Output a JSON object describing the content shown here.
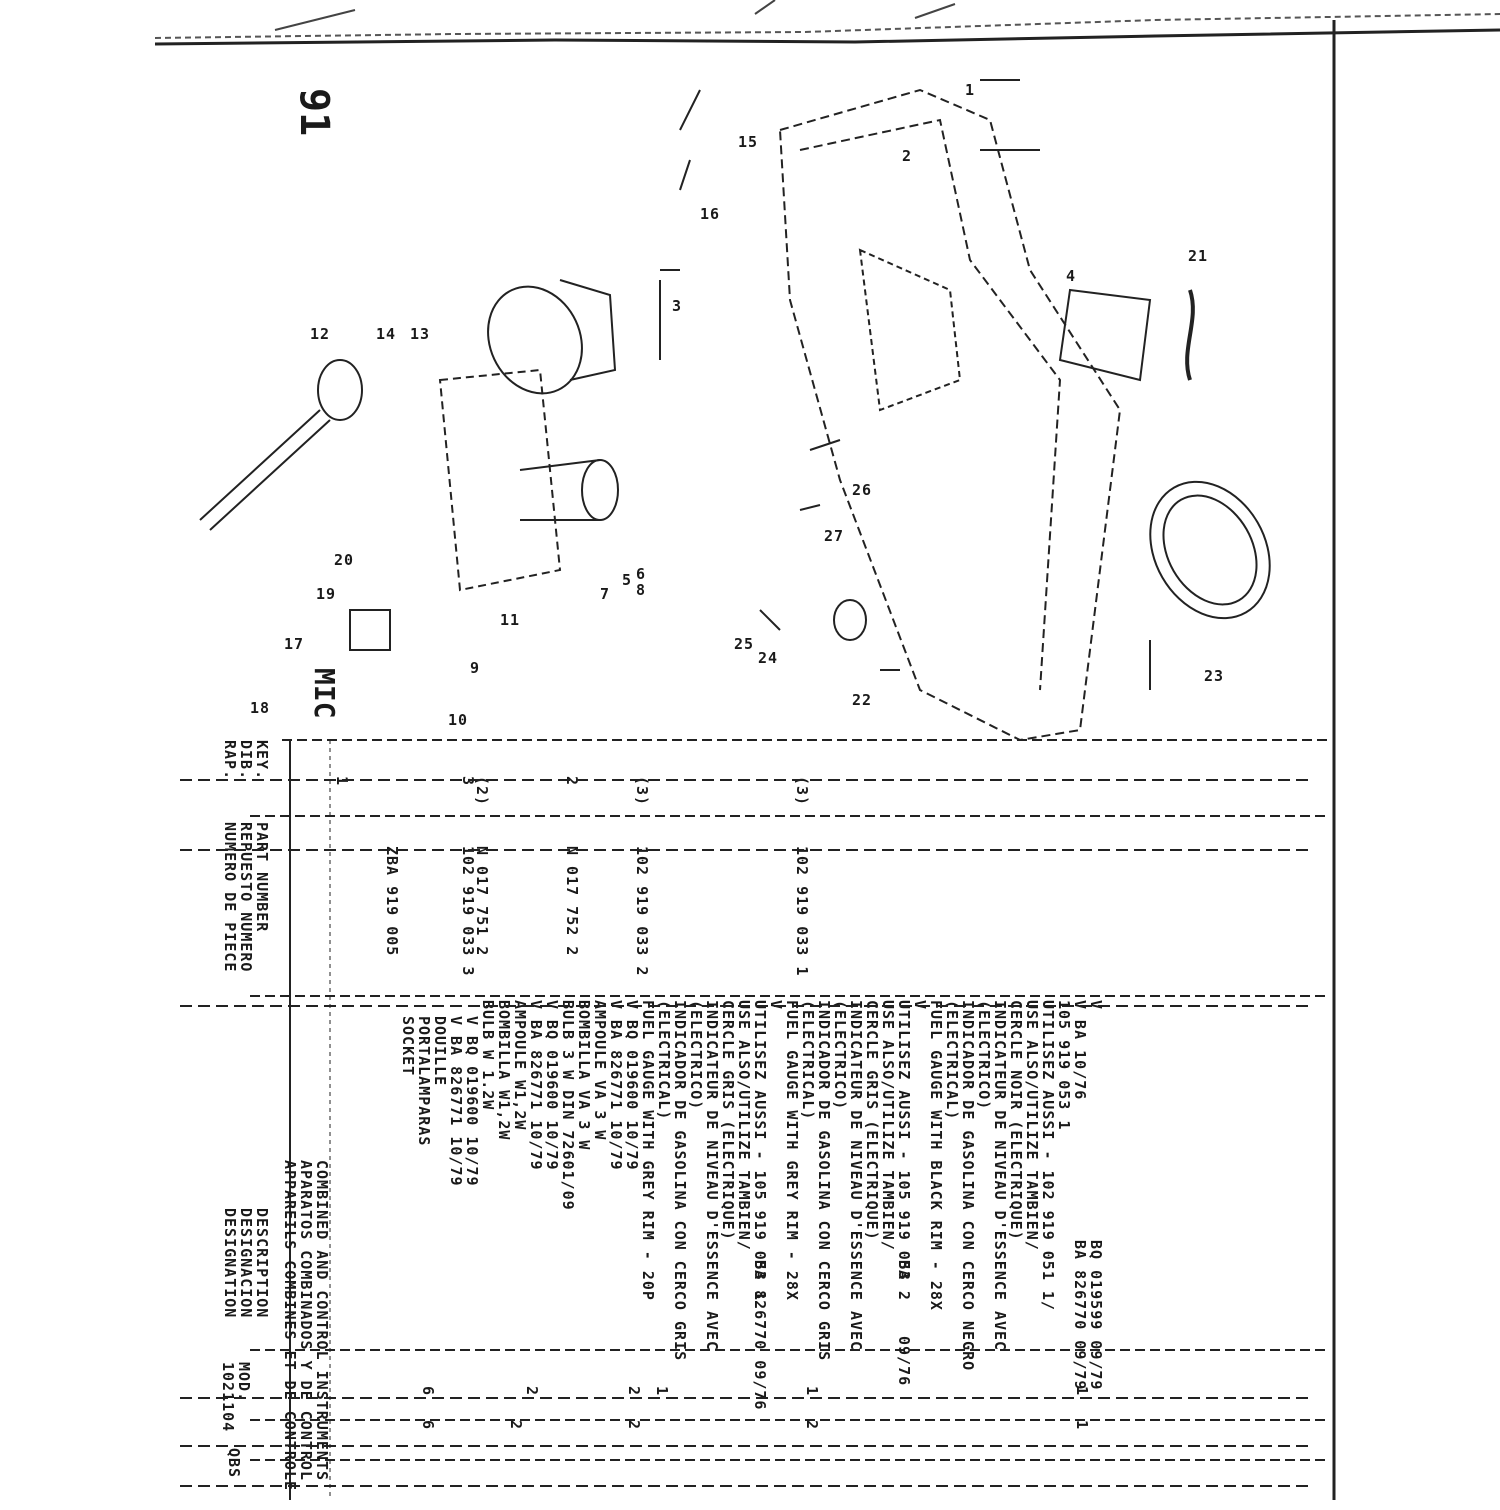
{
  "page_number": "91",
  "section_code": "MIC",
  "header": {
    "key": [
      "KEY.",
      "DIB.",
      "RAP."
    ],
    "part_number": [
      "PART NUMBER",
      "REPUESTO NUMERO",
      "NUMERO DE PIECE"
    ],
    "description": [
      "DESCRIPTION",
      "DESIGNACION",
      "DESIGNATION"
    ],
    "mod": [
      "MOD.",
      "1021104"
    ],
    "qty": "QBS"
  },
  "title_lines": [
    "COMBINED AND CONTROL INSTRUMENTS",
    "APARATOS COMBINADOS Y DE CONTROL",
    "APPAREILS COMBINES ET DE CONTROLE"
  ],
  "rows": [
    {
      "key": "1",
      "part": "ZBA 919 005",
      "desc": [
        "SOCKET",
        "PORTALAMPARAS",
        "DOUILLE",
        "V BA 826771   10/79",
        "V BQ 019600   10/79"
      ],
      "mod": "2",
      "qty": "2"
    },
    {
      "key": "(2)",
      "part": "N   017 751 2",
      "desc": [
        "BULB W 1.2W",
        "BOMBILLA W1,2W",
        "AMPOULE W1,2W",
        "V BA 826771   10/79",
        "V BQ 019600   10/79"
      ],
      "mod": "6",
      "qty": "6"
    },
    {
      "key": "2",
      "part": "N   017 752 2",
      "desc": [
        "BULB 3 W DIN 72601/09",
        "BOMBILLA VA 3 W",
        "AMPOULE VA 3 W",
        "V BA 826771   10/79",
        "V BQ 019600   10/79"
      ],
      "mod": "2",
      "qty": "2"
    },
    {
      "key": "(3)",
      "part": "102 919 033 1",
      "desc": [
        "FUEL GAUGE WITH GREY RIM - 20P",
        "(ELECTRICAL)",
        "INDICADOR DE GASOLINA CON CERCO GRIS",
        "(ELECTRICO)",
        "INDICATEUR DE NIVEAU D'ESSENCE AVEC",
        "CERCLE GRIS (ELECTRIQUE)",
        "USE ALSO/UTILIZE TAMBIEN/",
        "UTILISEZ AUSSI - 105 919 053 1",
        "V"
      ],
      "extra": [
        "BA 826770   09/76"
      ],
      "mod": "1",
      "qty": "2"
    },
    {
      "key": "(3)",
      "part": "102 919 033 2",
      "desc": [
        "FUEL GAUGE WITH GREY RIM - 28X",
        "(ELECTRICAL)",
        "INDICADOR DE GASOLINA CON CERCO GRIS",
        "(ELECTRICO)",
        "INDICATEUR DE NIVEAU D'ESSENCE AVEC",
        "CERCLE GRIS (ELECTRIQUE)",
        "USE ALSO/UTILIZE TAMBIEN/",
        "UTILISEZ AUSSI - 105 919 053 2",
        "V"
      ],
      "extra": [
        "BA",
        "09/76"
      ],
      "mod": "1",
      "qty": ""
    },
    {
      "key": "3",
      "part": "102 919 033 3",
      "desc": [
        "FUEL GAUGE WITH BLACK RIM - 28X",
        "(ELECTRICAL)",
        "INDICADOR DE GASOLINA CON CERCO NEGRO",
        "(ELECTRICO)",
        "INDICATEUR DE NIVEAU D'ESSENCE AVEC",
        "CERCLE NOIR (ELECTRIQUE)",
        "USE ALSO/UTILIZE TAMBIEN/",
        "UTILISEZ AUSSI - 102 919 051 1/",
        "105 919 053 1",
        "V BA          10/76",
        "V"
      ],
      "extra": [
        "BA 826770   09/79",
        "BQ 019599   09/79"
      ],
      "mod": "1",
      "qty": "1"
    }
  ],
  "callouts": [
    "1",
    "2",
    "3",
    "4",
    "5",
    "6",
    "7",
    "8",
    "9",
    "10",
    "11",
    "12",
    "13",
    "14",
    "15",
    "16",
    "17",
    "18",
    "19",
    "20",
    "21",
    "22",
    "23",
    "24",
    "25",
    "26",
    "27"
  ]
}
